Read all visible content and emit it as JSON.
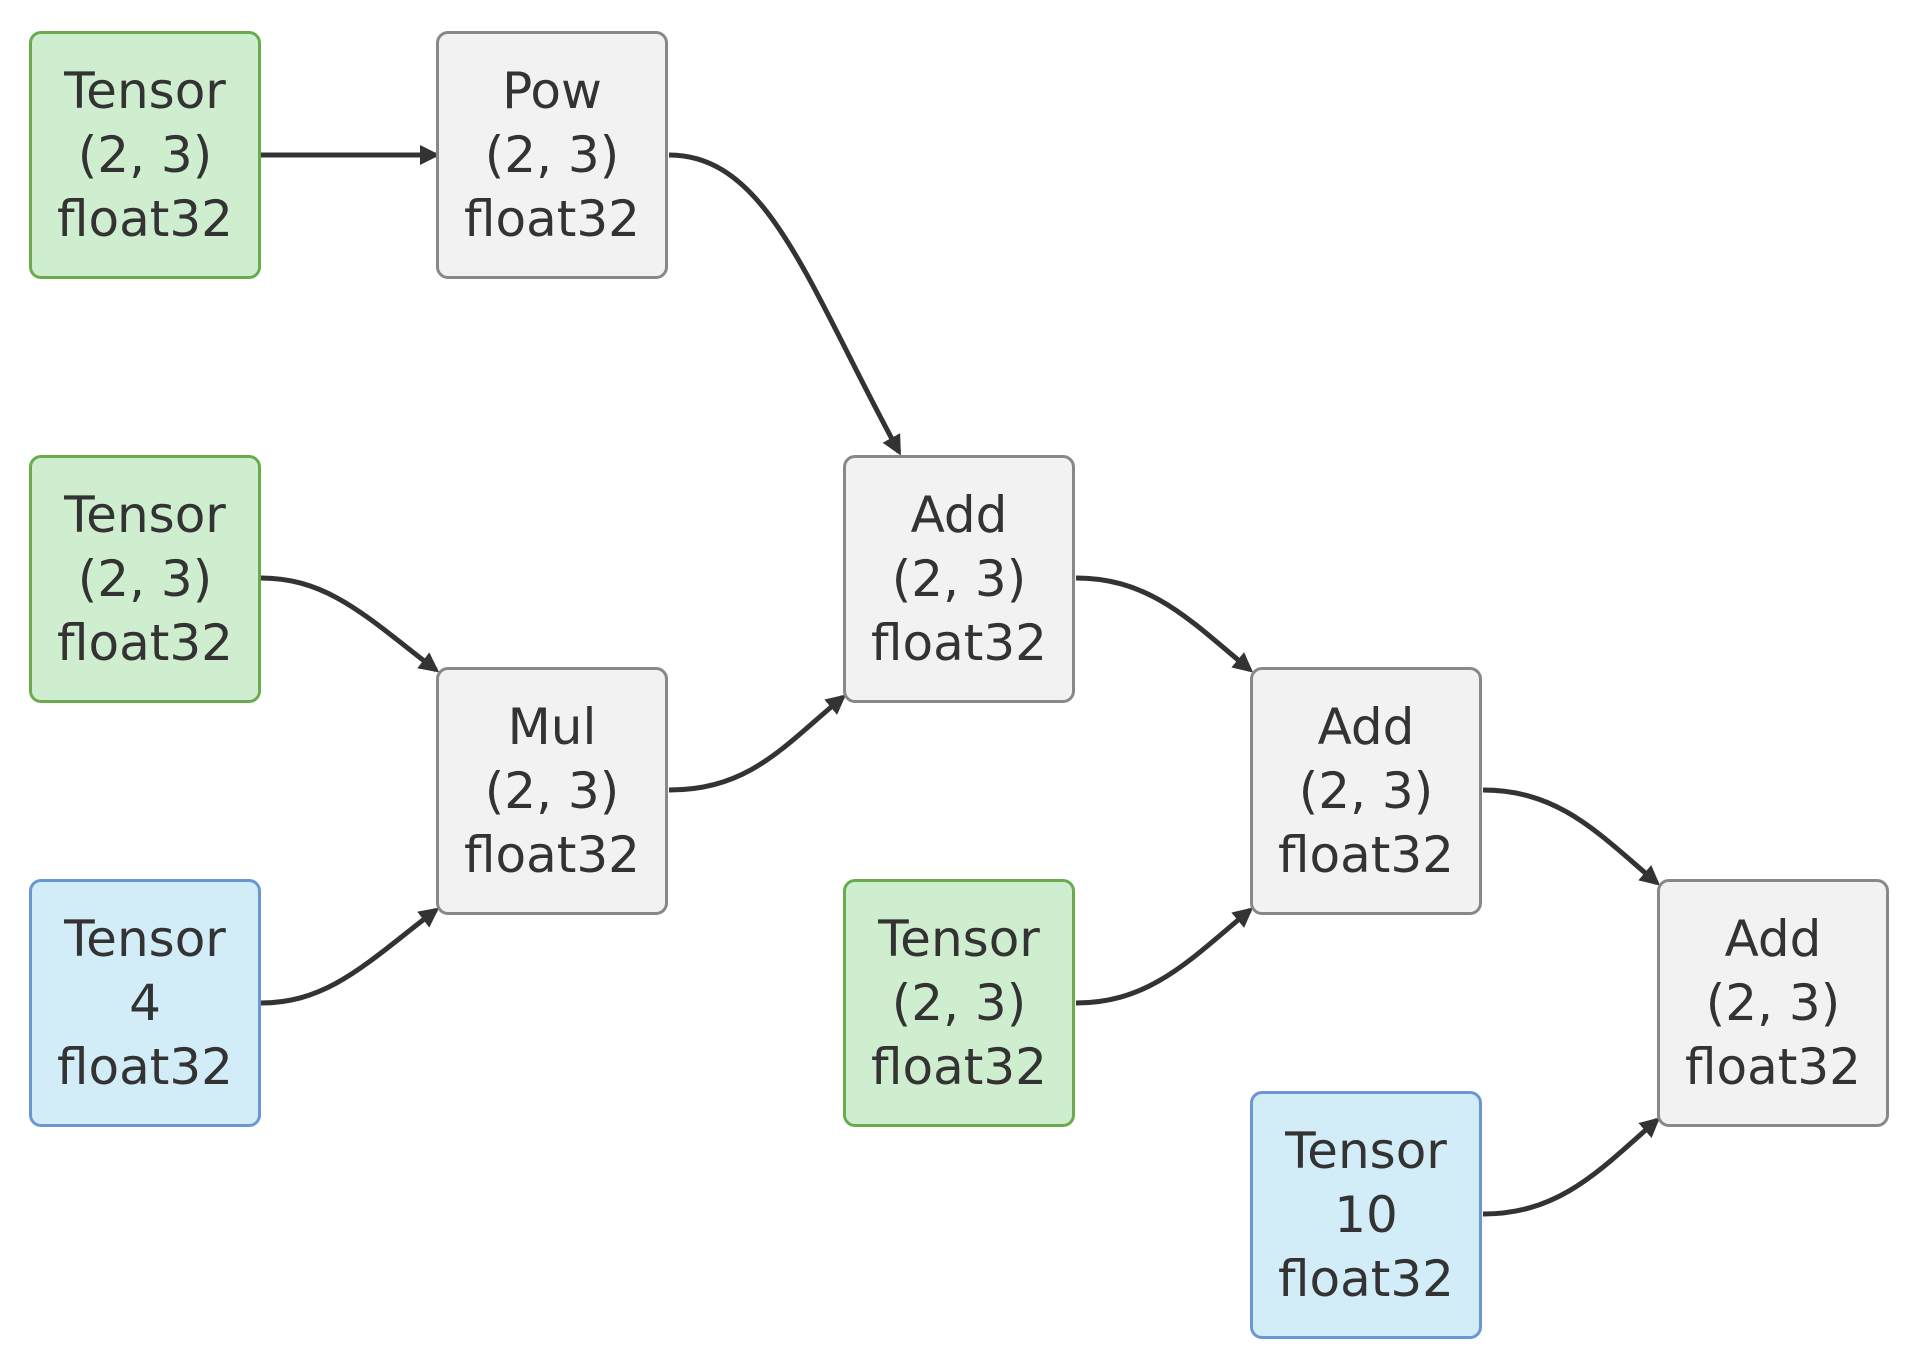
{
  "colors": {
    "op_fill": "#f2f2f2",
    "op_stroke": "#888888",
    "input_fill": "#cfeecf",
    "input_stroke": "#6aab4e",
    "constant_fill": "#d2ecf8",
    "constant_stroke": "#6a96d4",
    "edge": "#333333",
    "text": "#333333"
  },
  "nodes": [
    {
      "id": "t1",
      "kind": "input",
      "op": "Tensor",
      "shape": "(2, 3)",
      "dtype": "float32"
    },
    {
      "id": "pow",
      "kind": "op",
      "op": "Pow",
      "shape": "(2, 3)",
      "dtype": "float32"
    },
    {
      "id": "t2",
      "kind": "input",
      "op": "Tensor",
      "shape": "(2, 3)",
      "dtype": "float32"
    },
    {
      "id": "add1",
      "kind": "op",
      "op": "Add",
      "shape": "(2, 3)",
      "dtype": "float32"
    },
    {
      "id": "mul",
      "kind": "op",
      "op": "Mul",
      "shape": "(2, 3)",
      "dtype": "float32"
    },
    {
      "id": "add2",
      "kind": "op",
      "op": "Add",
      "shape": "(2, 3)",
      "dtype": "float32"
    },
    {
      "id": "t3",
      "kind": "constant",
      "op": "Tensor",
      "shape": "4",
      "dtype": "float32"
    },
    {
      "id": "t4",
      "kind": "input",
      "op": "Tensor",
      "shape": "(2, 3)",
      "dtype": "float32"
    },
    {
      "id": "add3",
      "kind": "op",
      "op": "Add",
      "shape": "(2, 3)",
      "dtype": "float32"
    },
    {
      "id": "t5",
      "kind": "constant",
      "op": "Tensor",
      "shape": "10",
      "dtype": "float32"
    }
  ],
  "edges": [
    {
      "from": "t1",
      "to": "pow"
    },
    {
      "from": "pow",
      "to": "add1"
    },
    {
      "from": "t2",
      "to": "mul"
    },
    {
      "from": "t3",
      "to": "mul"
    },
    {
      "from": "mul",
      "to": "add1"
    },
    {
      "from": "add1",
      "to": "add2"
    },
    {
      "from": "t4",
      "to": "add2"
    },
    {
      "from": "add2",
      "to": "add3"
    },
    {
      "from": "t5",
      "to": "add3"
    }
  ]
}
